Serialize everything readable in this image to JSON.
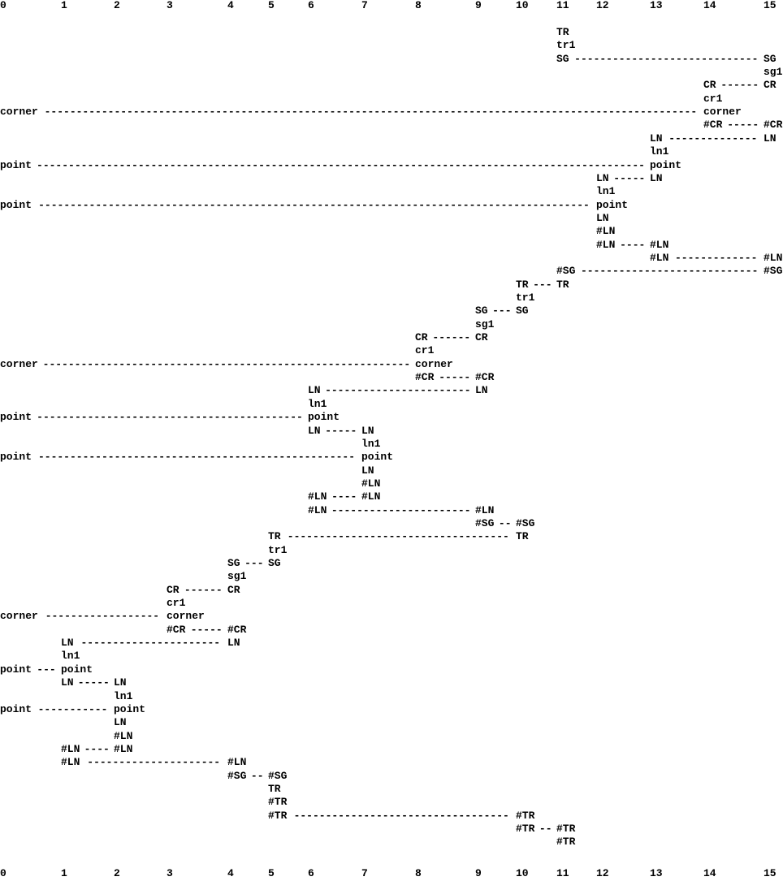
{
  "column_numbers": [
    "0",
    "1",
    "2",
    "3",
    "4",
    "5",
    "6",
    "7",
    "8",
    "9",
    "10",
    "11",
    "12",
    "13",
    "14",
    "15"
  ],
  "rows": [
    {
      "cells": [
        [
          "TR",
          11
        ]
      ]
    },
    {
      "cells": [
        [
          "tr1",
          11
        ]
      ]
    },
    {
      "cells": [
        [
          "SG",
          11
        ],
        [
          "SG",
          15
        ]
      ]
    },
    {
      "cells": [
        [
          "sg1",
          15
        ]
      ]
    },
    {
      "cells": [
        [
          "CR",
          14
        ],
        [
          "CR",
          15
        ]
      ]
    },
    {
      "cells": [
        [
          "cr1",
          14
        ]
      ]
    },
    {
      "cells": [
        [
          "corner",
          0
        ],
        [
          "corner",
          14
        ]
      ]
    },
    {
      "cells": [
        [
          "#CR",
          14
        ],
        [
          "#CR",
          15
        ]
      ]
    },
    {
      "cells": [
        [
          "LN",
          13
        ],
        [
          "LN",
          15
        ]
      ]
    },
    {
      "cells": [
        [
          "ln1",
          13
        ]
      ]
    },
    {
      "cells": [
        [
          "point",
          0
        ],
        [
          "point",
          13
        ]
      ]
    },
    {
      "cells": [
        [
          "LN",
          12
        ],
        [
          "LN",
          13
        ]
      ]
    },
    {
      "cells": [
        [
          "ln1",
          12
        ]
      ]
    },
    {
      "cells": [
        [
          "point",
          0
        ],
        [
          "point",
          12
        ]
      ]
    },
    {
      "cells": [
        [
          "LN",
          12
        ]
      ]
    },
    {
      "cells": [
        [
          "#LN",
          12
        ]
      ]
    },
    {
      "cells": [
        [
          "#LN",
          12
        ],
        [
          "#LN",
          13
        ]
      ]
    },
    {
      "cells": [
        [
          "#LN",
          13
        ],
        [
          "#LN",
          15
        ]
      ]
    },
    {
      "cells": [
        [
          "#SG",
          11
        ],
        [
          "#SG",
          15
        ]
      ]
    },
    {
      "cells": [
        [
          "TR",
          10
        ],
        [
          "TR",
          11
        ]
      ]
    },
    {
      "cells": [
        [
          "tr1",
          10
        ]
      ]
    },
    {
      "cells": [
        [
          "SG",
          9
        ],
        [
          "SG",
          10
        ]
      ]
    },
    {
      "cells": [
        [
          "sg1",
          9
        ]
      ]
    },
    {
      "cells": [
        [
          "CR",
          8
        ],
        [
          "CR",
          9
        ]
      ]
    },
    {
      "cells": [
        [
          "cr1",
          8
        ]
      ]
    },
    {
      "cells": [
        [
          "corner",
          0
        ],
        [
          "corner",
          8
        ]
      ]
    },
    {
      "cells": [
        [
          "#CR",
          8
        ],
        [
          "#CR",
          9
        ]
      ]
    },
    {
      "cells": [
        [
          "LN",
          6
        ],
        [
          "LN",
          9
        ]
      ]
    },
    {
      "cells": [
        [
          "ln1",
          6
        ]
      ]
    },
    {
      "cells": [
        [
          "point",
          0
        ],
        [
          "point",
          6
        ]
      ]
    },
    {
      "cells": [
        [
          "LN",
          6
        ],
        [
          "LN",
          7
        ]
      ]
    },
    {
      "cells": [
        [
          "ln1",
          7
        ]
      ]
    },
    {
      "cells": [
        [
          "point",
          0
        ],
        [
          "point",
          7
        ]
      ]
    },
    {
      "cells": [
        [
          "LN",
          7
        ]
      ]
    },
    {
      "cells": [
        [
          "#LN",
          7
        ]
      ]
    },
    {
      "cells": [
        [
          "#LN",
          6
        ],
        [
          "#LN",
          7
        ]
      ]
    },
    {
      "cells": [
        [
          "#LN",
          6
        ],
        [
          "#LN",
          9
        ]
      ]
    },
    {
      "cells": [
        [
          "#SG",
          9
        ],
        [
          "#SG",
          10
        ]
      ]
    },
    {
      "cells": [
        [
          "TR",
          5
        ],
        [
          "TR",
          10
        ]
      ]
    },
    {
      "cells": [
        [
          "tr1",
          5
        ]
      ]
    },
    {
      "cells": [
        [
          "SG",
          4
        ],
        [
          "SG",
          5
        ]
      ]
    },
    {
      "cells": [
        [
          "sg1",
          4
        ]
      ]
    },
    {
      "cells": [
        [
          "CR",
          3
        ],
        [
          "CR",
          4
        ]
      ]
    },
    {
      "cells": [
        [
          "cr1",
          3
        ]
      ]
    },
    {
      "cells": [
        [
          "corner",
          0
        ],
        [
          "corner",
          3
        ]
      ]
    },
    {
      "cells": [
        [
          "#CR",
          3
        ],
        [
          "#CR",
          4
        ]
      ]
    },
    {
      "cells": [
        [
          "LN",
          1
        ],
        [
          "LN",
          4
        ]
      ]
    },
    {
      "cells": [
        [
          "ln1",
          1
        ]
      ]
    },
    {
      "cells": [
        [
          "point",
          0
        ],
        [
          "point",
          1
        ]
      ]
    },
    {
      "cells": [
        [
          "LN",
          1
        ],
        [
          "LN",
          2
        ]
      ]
    },
    {
      "cells": [
        [
          "ln1",
          2
        ]
      ]
    },
    {
      "cells": [
        [
          "point",
          0
        ],
        [
          "point",
          2
        ]
      ]
    },
    {
      "cells": [
        [
          "LN",
          2
        ]
      ]
    },
    {
      "cells": [
        [
          "#LN",
          2
        ]
      ]
    },
    {
      "cells": [
        [
          "#LN",
          1
        ],
        [
          "#LN",
          2
        ]
      ]
    },
    {
      "cells": [
        [
          "#LN",
          1
        ],
        [
          "#LN",
          4
        ]
      ]
    },
    {
      "cells": [
        [
          "#SG",
          4
        ],
        [
          "#SG",
          5
        ]
      ]
    },
    {
      "cells": [
        [
          "TR",
          5
        ]
      ]
    },
    {
      "cells": [
        [
          "#TR",
          5
        ]
      ]
    },
    {
      "cells": [
        [
          "#TR",
          5
        ],
        [
          "#TR",
          10
        ]
      ]
    },
    {
      "cells": [
        [
          "#TR",
          10
        ],
        [
          "#TR",
          11
        ]
      ]
    },
    {
      "cells": [
        [
          "#TR",
          11
        ]
      ]
    }
  ]
}
